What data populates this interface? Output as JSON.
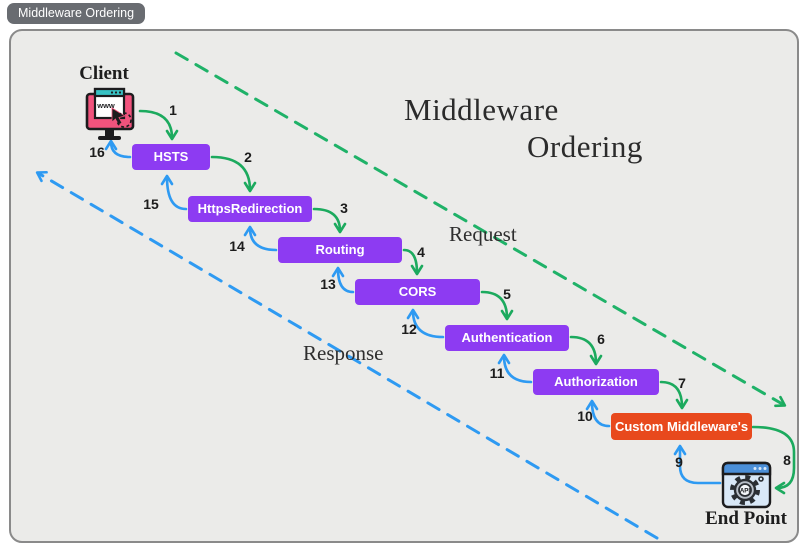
{
  "badge": {
    "label": "Middleware Ordering"
  },
  "title": {
    "line1": "Middleware",
    "line2": "Ordering"
  },
  "annotations": {
    "request": "Request",
    "response": "Response"
  },
  "nodes": {
    "client": {
      "label": "Client"
    },
    "endpoint": {
      "label": "End Point"
    },
    "middlewares": [
      {
        "label": "HSTS"
      },
      {
        "label": "HttpsRedirection"
      },
      {
        "label": "Routing"
      },
      {
        "label": "CORS"
      },
      {
        "label": "Authentication"
      },
      {
        "label": "Authorization"
      },
      {
        "label": "Custom Middleware's"
      }
    ]
  },
  "flow": {
    "request_steps": [
      "1",
      "2",
      "3",
      "4",
      "5",
      "6",
      "7",
      "8"
    ],
    "response_steps": [
      "9",
      "10",
      "11",
      "12",
      "13",
      "14",
      "15",
      "16"
    ]
  },
  "icons": {
    "client": "client-browser-icon",
    "client_text": "www",
    "endpoint": "api-endpoint-icon",
    "endpoint_text": "API"
  },
  "colors": {
    "middleware_box": "#8d3bf2",
    "custom_middleware_box": "#e8491d",
    "request_green": "#1caa5e",
    "response_blue": "#2e9af2",
    "badge_bg": "#696c71",
    "panel_bg": "#ebebe9"
  }
}
